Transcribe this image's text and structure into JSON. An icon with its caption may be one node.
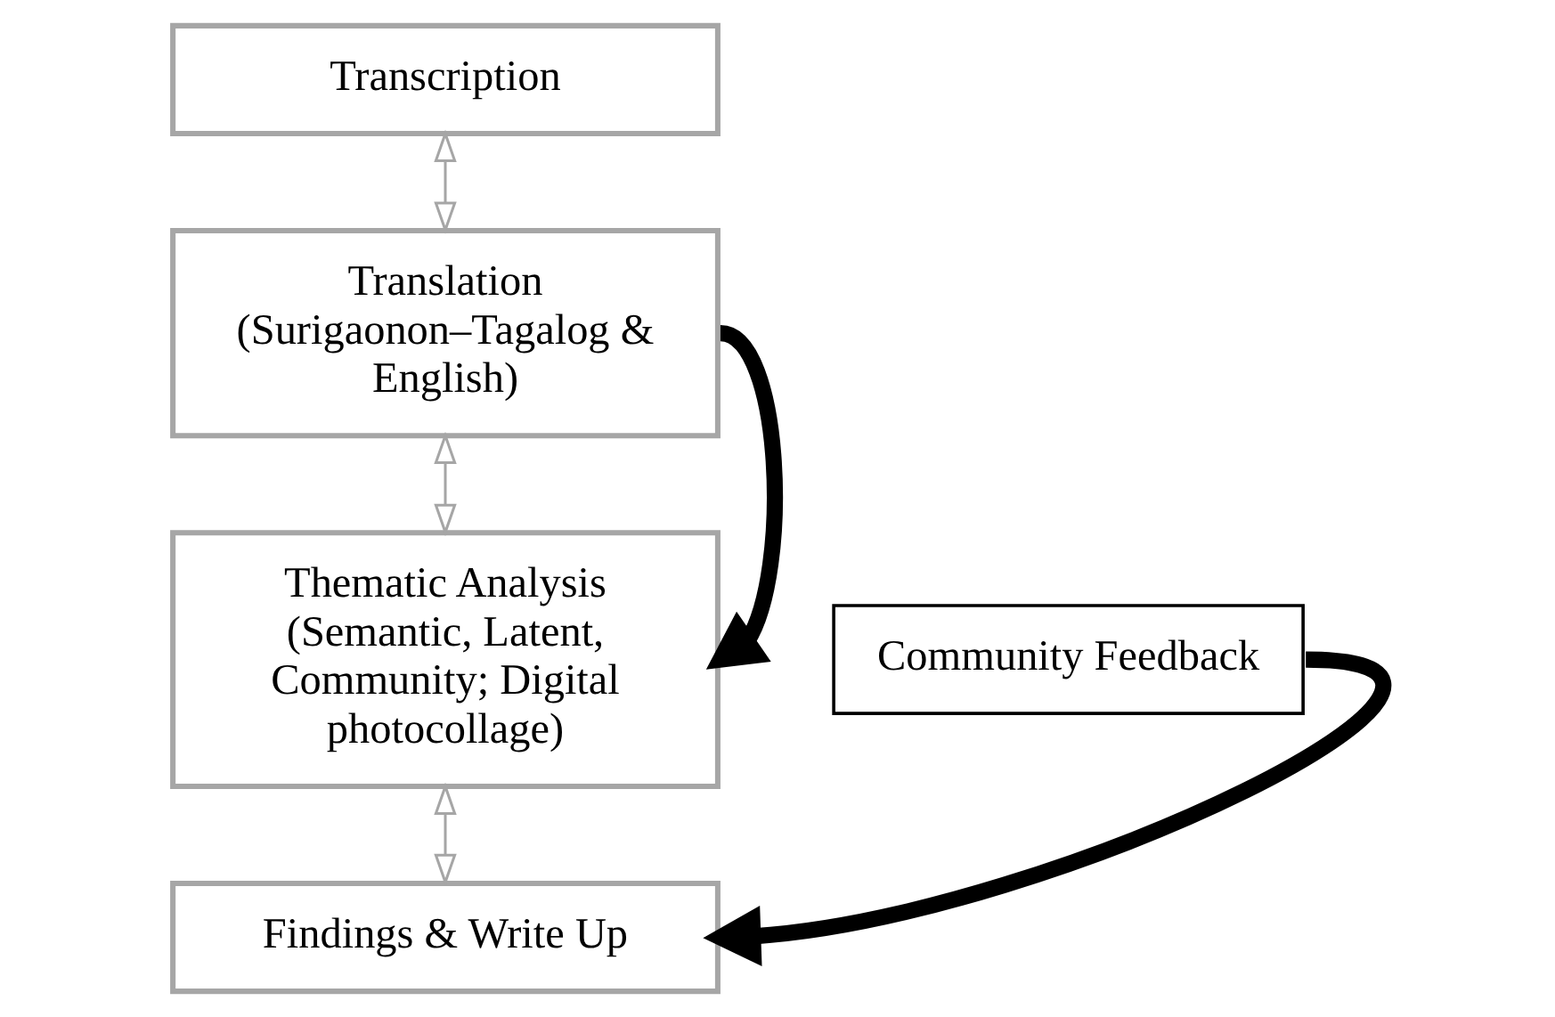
{
  "diagram": {
    "nodes": [
      {
        "text": [
          "Transcription"
        ]
      },
      {
        "text": [
          "Translation (Surigaonon–Tagalog & English)"
        ]
      },
      {
        "text": [
          "Thematic Analysis (Semantic, Latent, Community; Digital photocollage)"
        ]
      },
      {
        "text": [
          "Findings & Write Up"
        ]
      },
      {
        "text": [
          "Community Feedback"
        ]
      }
    ],
    "edges": [
      {
        "from": 0,
        "to": 1,
        "arrow": "both"
      },
      {
        "from": 1,
        "to": 2,
        "arrow": "both"
      },
      {
        "from": 2,
        "to": 3,
        "arrow": "both"
      },
      {
        "from": 1,
        "to": 2,
        "arrow": "to",
        "style": "thick",
        "color": "#000000"
      },
      {
        "from": 4,
        "to": 3,
        "arrow": "to",
        "style": "thick",
        "color": "#000000"
      }
    ]
  }
}
